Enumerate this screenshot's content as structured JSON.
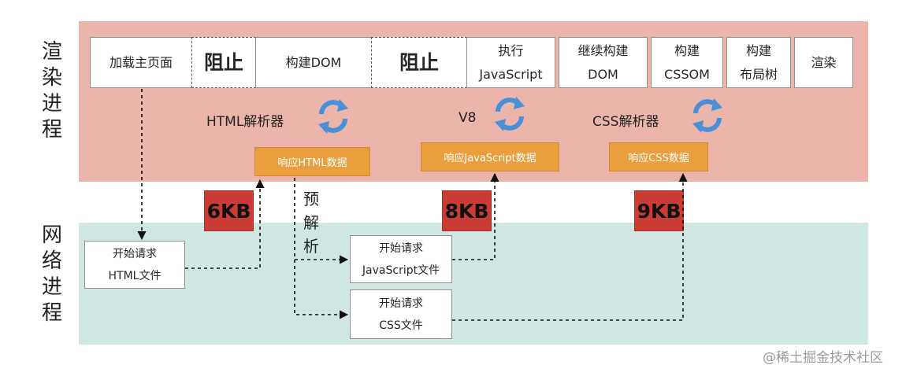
{
  "lanes": {
    "render": [
      "渲",
      "染",
      "进",
      "程"
    ],
    "network": [
      "网",
      "络",
      "进",
      "程"
    ]
  },
  "stages": [
    {
      "name": "stage-load-page",
      "text": "加载主页面",
      "style": "normal"
    },
    {
      "name": "stage-block-1",
      "text": "阻止",
      "style": "block"
    },
    {
      "name": "stage-build-dom",
      "text": "构建DOM",
      "style": "normal"
    },
    {
      "name": "stage-block-2",
      "text": "阻止",
      "style": "block"
    },
    {
      "name": "stage-run-js",
      "text": "执行\nJavaScript",
      "style": "normal"
    },
    {
      "name": "stage-continue-dom",
      "text": "继续构建\nDOM",
      "style": "normal"
    },
    {
      "name": "stage-build-cssom",
      "text": "构建\nCSSOM",
      "style": "normal"
    },
    {
      "name": "stage-build-layout-tree",
      "text": "构建\n布局树",
      "style": "normal"
    },
    {
      "name": "stage-paint",
      "text": "渲染",
      "style": "normal"
    }
  ],
  "parsers": {
    "html": "HTML解析器",
    "v8": "V8",
    "css": "CSS解析器"
  },
  "responses": {
    "html": "响应HTML数据",
    "js": "响应JavaScript数据",
    "css": "响应CSS数据"
  },
  "sizes": {
    "html": "6KB",
    "js": "8KB",
    "css": "9KB"
  },
  "preparse": [
    "预",
    "解",
    "析"
  ],
  "requests": {
    "html": {
      "line1": "开始请求",
      "line2": "HTML文件"
    },
    "js": {
      "line1": "开始请求",
      "line2": "JavaScript文件"
    },
    "css": {
      "line1": "开始请求",
      "line2": "CSS文件"
    }
  },
  "colors": {
    "render_lane": "#ebb5ac",
    "network_lane": "#cfe6e3",
    "response_box": "#e99f3e",
    "size_badge": "#c93b33",
    "cycle_icon": "#4a90d9"
  },
  "watermark": "@稀土掘金技术社区"
}
